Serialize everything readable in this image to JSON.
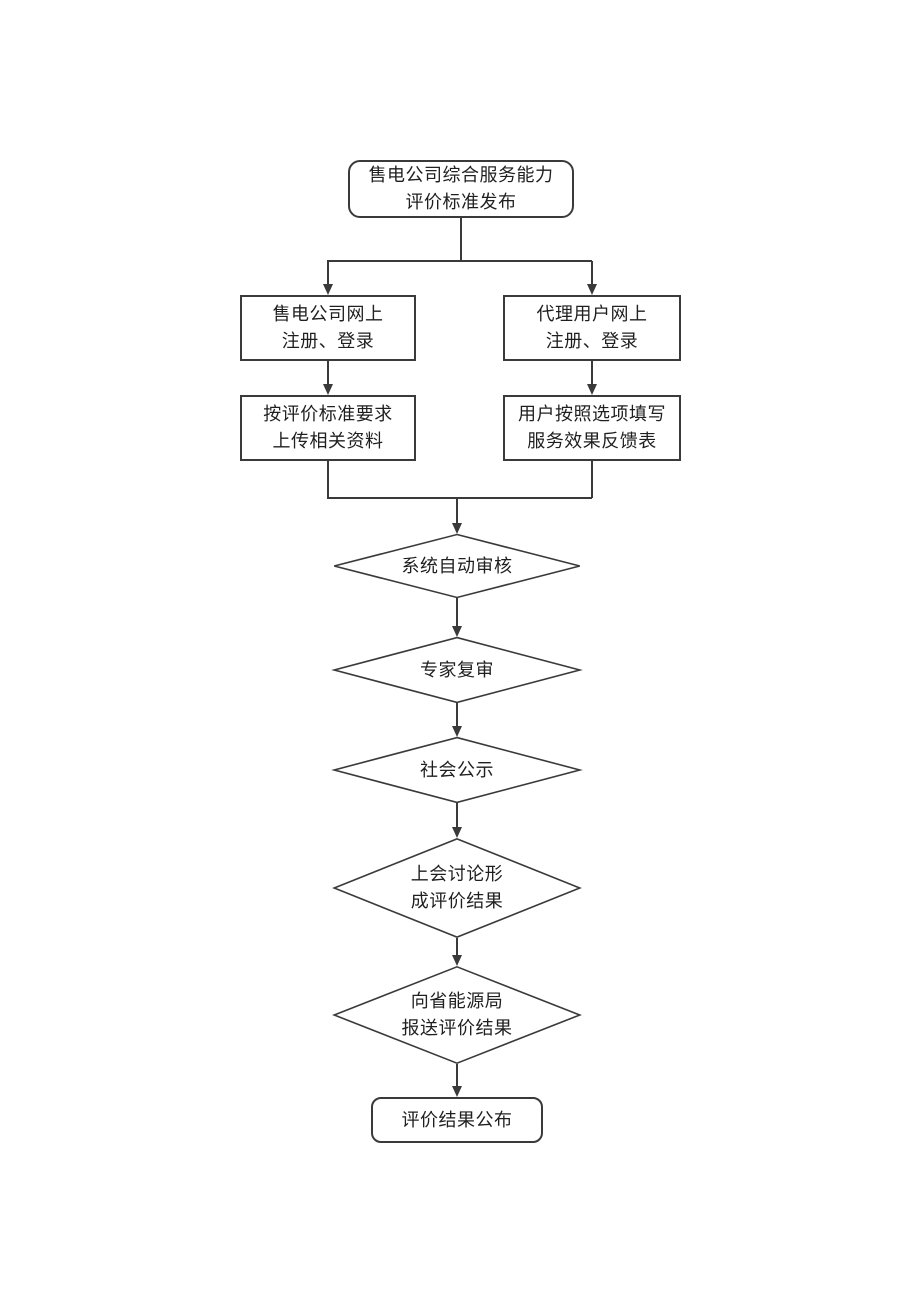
{
  "page": {
    "background": "#ffffff",
    "line_color": "#3a3a3a",
    "text_color": "#1f1f1f"
  },
  "flowchart": {
    "nodes": {
      "publish_standard": {
        "shape": "rounded-rect",
        "text": "售电公司综合服务能力\n评价标准发布"
      },
      "seller_register": {
        "shape": "rect",
        "text": "售电公司网上\n注册、登录"
      },
      "agent_register": {
        "shape": "rect",
        "text": "代理用户网上\n注册、登录"
      },
      "upload_materials": {
        "shape": "rect",
        "text": "按评价标准要求\n上传相关资料"
      },
      "feedback_form": {
        "shape": "rect",
        "text": "用户按照选项填写\n服务效果反馈表"
      },
      "auto_review": {
        "shape": "diamond",
        "text": "系统自动审核"
      },
      "expert_review": {
        "shape": "diamond",
        "text": "专家复审"
      },
      "public_notice": {
        "shape": "diamond",
        "text": "社会公示"
      },
      "meeting_discussion": {
        "shape": "diamond",
        "text": "上会讨论形\n成评价结果"
      },
      "report_results": {
        "shape": "diamond",
        "text": "向省能源局\n报送评价结果"
      },
      "publish_results": {
        "shape": "rounded-rect",
        "text": "评价结果公布"
      }
    }
  }
}
